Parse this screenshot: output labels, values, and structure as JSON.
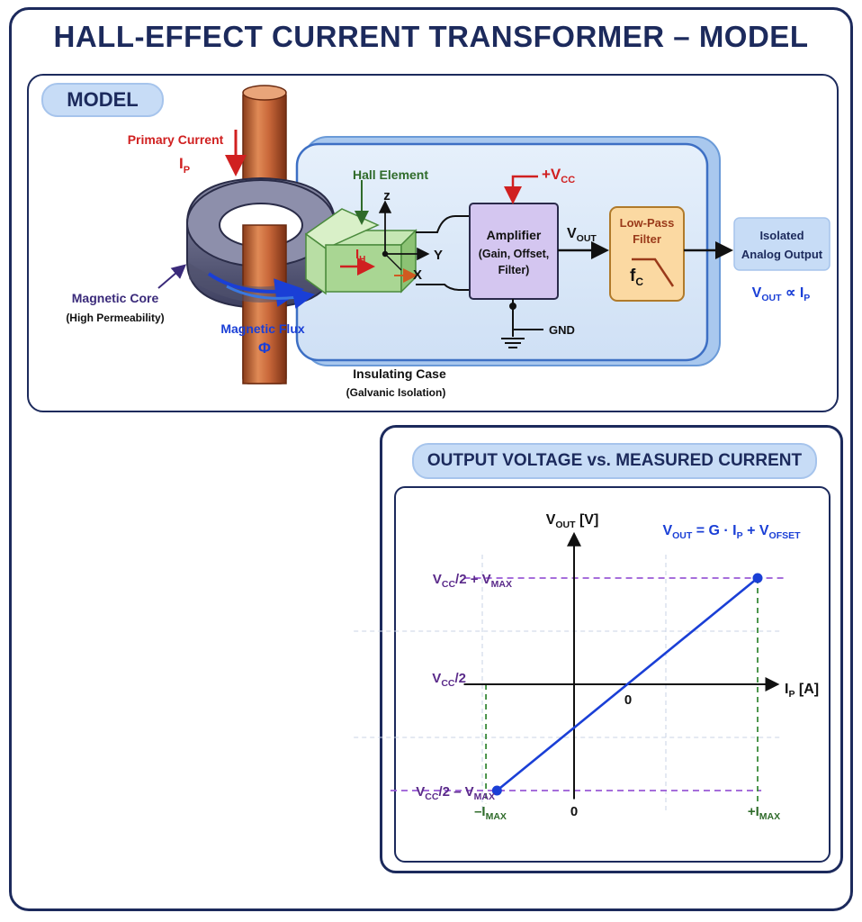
{
  "title": "HALL-EFFECT CURRENT TRANSFORMER – MODEL",
  "model": {
    "badge": "MODEL",
    "primary_current": {
      "label": "Primary Current",
      "symbol": "I",
      "sub": "P"
    },
    "hall_element": "Hall Element",
    "axis_z": "z",
    "axis_y": "Y",
    "axis_x": "X",
    "hall_current": {
      "symbol": "I",
      "sub": "H"
    },
    "magnetic_core": {
      "label": "Magnetic Core",
      "note": "(High Permeability)"
    },
    "magnetic_flux": {
      "label": "Magnetic Flux",
      "symbol": "Φ"
    },
    "supply": {
      "prefix": "+V",
      "sub": "CC"
    },
    "amplifier": {
      "line1": "Amplifier",
      "line2": "(Gain, Offset,",
      "line3": "Filter)"
    },
    "vout_label": {
      "symbol": "V",
      "sub": "OUT"
    },
    "gnd": "GND",
    "low_pass": {
      "line1": "Low-Pass",
      "line2": "Filter",
      "fc_symbol": "f",
      "fc_sub": "C"
    },
    "output": {
      "line1": "Isolated",
      "line2": "Analog Output"
    },
    "proportional": {
      "v": "V",
      "v_sub": "OUT",
      "op": " ∝ ",
      "i": "I",
      "i_sub": "P"
    },
    "case": {
      "label": "Insulating Case",
      "note": "(Galvanic Isolation)"
    }
  },
  "graph": {
    "badge": "OUTPUT VOLTAGE vs. MEASURED CURRENT",
    "equation": {
      "v": "V",
      "v_sub": "OUT",
      "mid": " = G · I",
      "i_sub": "P",
      "plus": " + V",
      "off_sub": "OFSET"
    }
  },
  "chart_data": {
    "type": "line",
    "title": "OUTPUT VOLTAGE vs. MEASURED CURRENT",
    "ylabel": {
      "symbol": "V",
      "sub": "OUT",
      "unit": " [V]"
    },
    "xlabel": {
      "symbol": "I",
      "sub": "P",
      "unit": " [A]"
    },
    "x_ticks": [
      {
        "value": -1,
        "prefix": "–I",
        "sub": "MAX"
      },
      {
        "value": 1,
        "prefix": "+I",
        "sub": "MAX"
      }
    ],
    "y_ticks": [
      {
        "value": 1,
        "prefix": "V",
        "sub": "CC",
        "suffix": "/2 + V",
        "sub2": "MAX"
      },
      {
        "value": 0,
        "prefix": "V",
        "sub": "CC",
        "suffix": "/2",
        "sub2": ""
      },
      {
        "value": -1,
        "prefix": "V",
        "sub": "CC",
        "suffix": "/2 – V",
        "sub2": "MAX"
      }
    ],
    "zero_labels": [
      "0",
      "0"
    ],
    "series": [
      {
        "x": [
          -1,
          1
        ],
        "y": [
          -1,
          1
        ],
        "color": "#1a3fd6"
      }
    ],
    "grid": true,
    "colors": {
      "line": "#1a3fd6",
      "ytick": "#5a2a8a",
      "xtick": "#2f6b2a",
      "guide_h": "#9a5ad6",
      "guide_v": "#3a8a3a"
    }
  }
}
